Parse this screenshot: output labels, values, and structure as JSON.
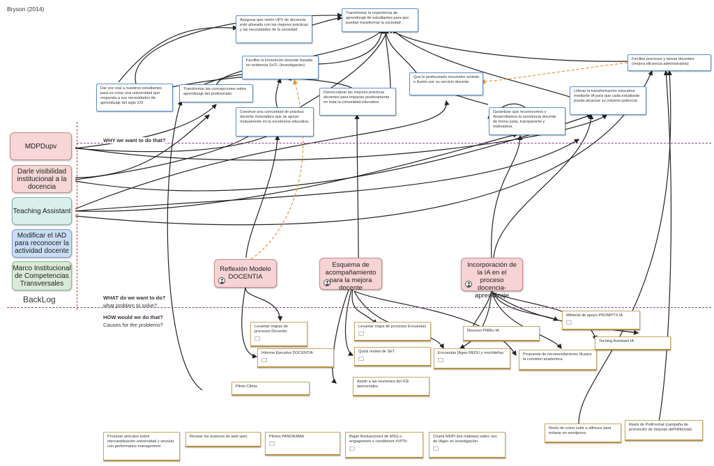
{
  "citation": "Bryson (2014)",
  "sections": {
    "why": "WHY we want to do that?",
    "what": "WHAT do we want to do?",
    "what_sub": "what problem to solve?",
    "how": "HOW would we do that?",
    "how_sub": "Causes for the problems?",
    "backlog": "BackLog"
  },
  "side_items": [
    "MDPDupv",
    "Darle visibilidad institucional a la docencia",
    "Teaching Assistant",
    "Modificar el IAD para reconocer la actividad docente",
    "Marco Institucional de Competencias Transversales"
  ],
  "why_cards": {
    "c1": "Transformar la experiencia de aprendizaje de estudiantes para que puedan transformar la sociedad",
    "c2": "Asegurar que visión UPV de docencia esté alineada con las mejores prácticas y las necesidades de la sociedad",
    "c3": "Facilitar la innovación docente basada en evidencia SoTL (Investigación)",
    "c4": "Dar voz real a nuestros estudiantes para co-crear una universidad que responda a sus necesidades de aprendizaje del siglo XXI",
    "c5": "Transformar las concepciones sobre aprendizaje del profesorado",
    "c6": "Construir una comunidad de práctica docente innovadora que se apoye mutuamente en la excelencia educativa",
    "c7": "Democratizar las mejores prácticas docentes para impactar positivamente en toda la comunidad educativa",
    "c8": "Que le profesorado encuentre sentido e ilusión por su servicio docente",
    "c9": "Garantizar que reconocemos y desarrollamos la excelencia docente de forma justa, transparente y motivadora",
    "c10": "Liderar la transformación educativa mediante IA para que cada estudiante pueda alcanzar su máximo potencial",
    "c11": "Facilitar procesos y tareas docentes (mejora eficiencia administrativa)"
  },
  "what_items": {
    "w1": "Reflexión Modelo DOCENTIA",
    "w2": "Esquema de acompañamiento para la mejora docente",
    "w3": "Incorporación de la IA en el proceso docencia-aprendizaje"
  },
  "how_items": {
    "h1": "Levantar mapas de procesos Docentia",
    "h2": "Informe Ejecutivo DOCENTIA",
    "h3": "Piloto Clirias",
    "h4": "Levantar mapa de procesos Encuestas",
    "h5": "Quick review de SET",
    "h6": "Asistir a las reuniones del ICE quincenales.",
    "h7": "Reunion PIMEs IA",
    "h8": "Encuestas (Agen REDU y mochileñas",
    "h9": "MAterial de apoyo PROMPTS IA",
    "h10": "Propuesta de recomendaciones IA para la comisión academica",
    "h11": "Teching Assistant IA",
    "h12": "Reels de como subir a alfresco para enlazar en wordpress",
    "h13": "Reels de PoliFormat (campaña de promoción de mejoras dePoliformat)"
  },
  "backlog_items": [
    "Procesar artículos sobre mercantilización universidad y vincular con performance management",
    "Revisar los avances de web vpec",
    "Pilotos PANORAMA",
    "Bajan fluctuaciones de MSQ o engagement o conditment #VPTo",
    "Charla MDPI (los malotes) sobre uso de IAgen en investigación"
  ],
  "colors": {
    "why_border": "#5b8fd6",
    "how_border": "#c9a765",
    "pink": "#f6d6d6",
    "teal": "#d9efec",
    "blue": "#c9ddf4",
    "green": "#d9ead8",
    "section_line": "#8a3b8f",
    "backlog_line": "#cc3333",
    "arrow": "#222222",
    "dashed_arrow": "#e8952e"
  }
}
